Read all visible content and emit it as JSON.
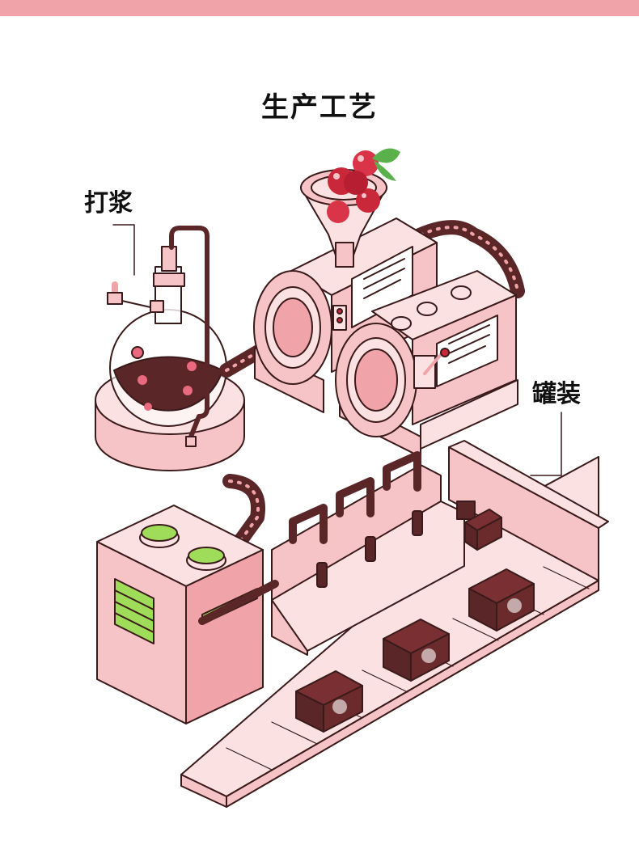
{
  "title": "生产工艺",
  "labels": {
    "blend": "打浆",
    "canning": "罐装"
  },
  "colors": {
    "top_bar": "#f1a3aa",
    "machine_pink": "#f6c4c6",
    "machine_light": "#fbe1e1",
    "dark_brown": "#5a2628",
    "outline": "#3a1a1a",
    "green": "#9fdc5a",
    "berry": "#c8283a"
  },
  "icons": [
    "cranberry-icon",
    "leaf-icon"
  ]
}
